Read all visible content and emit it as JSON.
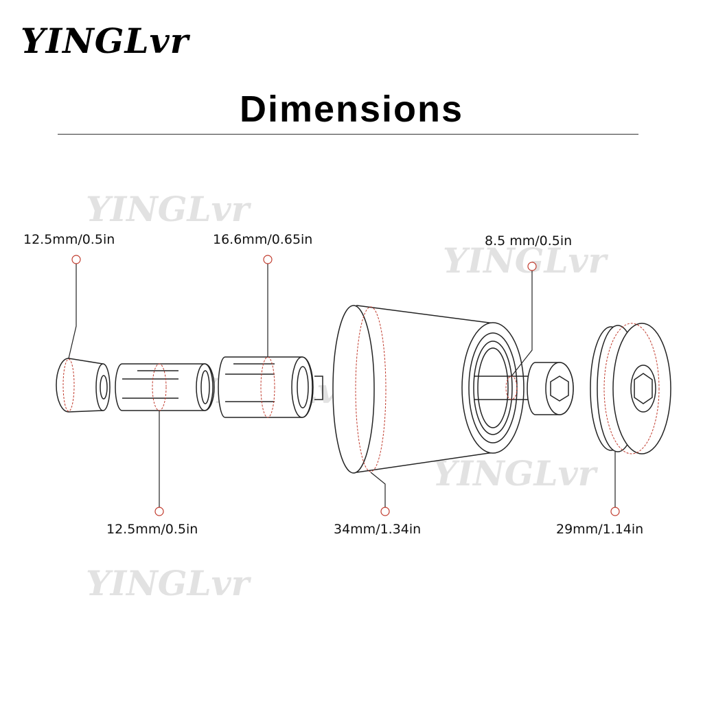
{
  "brand": "YINGLvr",
  "title": "Dimensions",
  "watermark": "YINGLvr",
  "colors": {
    "outline": "#222222",
    "dimension": "#c0392b",
    "watermark": "#e2e2e2"
  },
  "dimensions": [
    {
      "part": "small-cone",
      "label": "12.5mm/0.5in"
    },
    {
      "part": "split-sleeve-short",
      "label": "12.5mm/0.5in"
    },
    {
      "part": "split-sleeve-long",
      "label": "16.6mm/0.65in"
    },
    {
      "part": "main-body",
      "label": "34mm/1.34in"
    },
    {
      "part": "bolt",
      "label": "8.5 mm/0.5in"
    },
    {
      "part": "end-cap",
      "label": "29mm/1.14in"
    }
  ]
}
